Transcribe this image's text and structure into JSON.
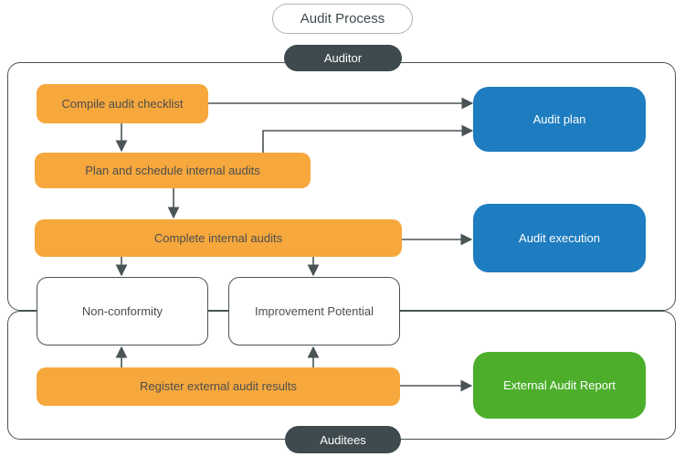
{
  "title": "Audit Process",
  "lanes": {
    "auditor": {
      "label": "Auditor"
    },
    "auditees": {
      "label": "Auditees"
    }
  },
  "nodes": {
    "compile_checklist": {
      "label": "Compile audit checklist"
    },
    "plan_schedule": {
      "label": "Plan and schedule internal audits"
    },
    "complete_audits": {
      "label": "Complete internal audits"
    },
    "non_conformity": {
      "label": "Non-conformity"
    },
    "improvement_potential": {
      "label": "Improvement Potential"
    },
    "register_results": {
      "label": "Register external audit results"
    },
    "audit_plan": {
      "label": "Audit plan"
    },
    "audit_execution": {
      "label": "Audit execution"
    },
    "external_audit_report": {
      "label": "External Audit Report"
    }
  },
  "colors": {
    "process_fill": "#F6A83D",
    "artifact_fill": "#1E7CC0",
    "report_fill": "#4CAE2B",
    "lane_pill_fill": "#3E4A4D",
    "line": "#4A5356",
    "text_dark": "#4D4D4D",
    "title_border": "#AEB4B6"
  }
}
